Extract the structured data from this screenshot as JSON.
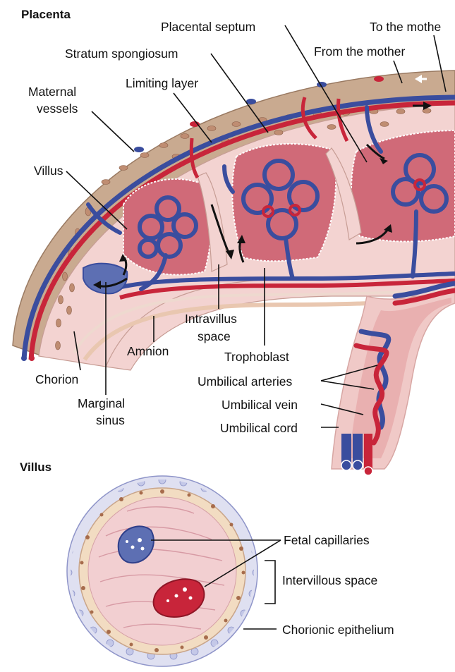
{
  "titles": {
    "placenta": "Placenta",
    "villus": "Villus"
  },
  "labels": {
    "placental_septum": "Placental septum",
    "to_the_mother": "To the mothe",
    "stratum_spongiosum": "Stratum spongiosum",
    "from_the_mother": "From the mother",
    "limiting_layer": "Limiting layer",
    "maternal": "Maternal",
    "vessels": "vessels",
    "villus": "Villus",
    "intravillus": "Intravillus",
    "space": "space",
    "amnion": "Amnion",
    "trophoblast": "Trophoblast",
    "chorion": "Chorion",
    "umbilical_arteries": "Umbilical arteries",
    "marginal": "Marginal",
    "sinus": "sinus",
    "umbilical_vein": "Umbilical vein",
    "umbilical_cord": "Umbilical cord",
    "fetal_capillaries": "Fetal capillaries",
    "intervillous_space": "Intervillous space",
    "chorionic_epithelium": "Chorionic epithelium"
  },
  "colors": {
    "artery_red": "#c8253a",
    "vein_blue": "#3a4d9e",
    "tissue_pink": "#f3d3d1",
    "wall_tan": "#c9aa90",
    "blood_pool": "#d06a78",
    "cord_sheath": "#f0c9c7"
  }
}
